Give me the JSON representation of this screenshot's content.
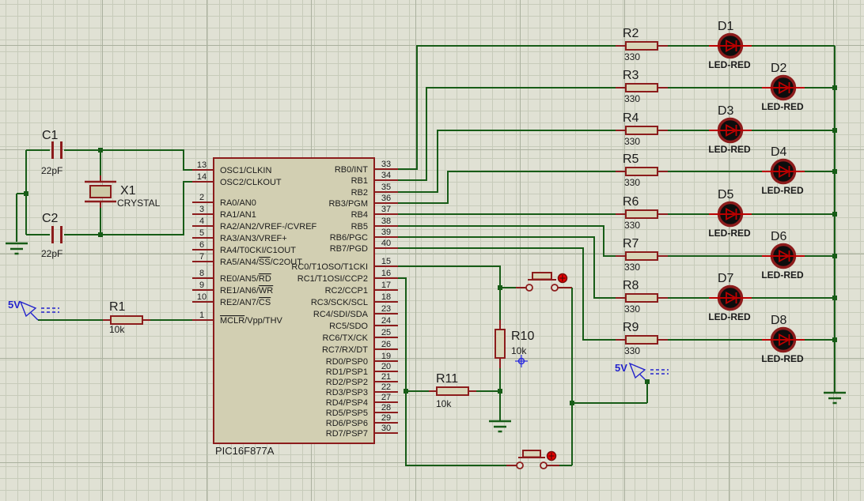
{
  "colors": {
    "background": "#e0e1d4",
    "grid_minor": "#c7cbba",
    "grid_major": "#aab09e",
    "wire": "#175c17",
    "component": "#8c1c1c",
    "component_fill": "#d9d5b8",
    "chip_fill": "#d2cfb2",
    "crystal_fill": "#cdc9a6",
    "led_body": "#0d0d0d",
    "led_symbol": "#bb0000",
    "power_blue": "#2323cc",
    "button_indicator": "#e60000",
    "text": "#1b1b1b"
  },
  "chip": {
    "name": "PIC16F877A",
    "left_pins": [
      {
        "num": "13",
        "label": "OSC1/CLKIN"
      },
      {
        "num": "14",
        "label": "OSC2/CLKOUT"
      },
      {
        "num": "2",
        "label": "RA0/AN0"
      },
      {
        "num": "3",
        "label": "RA1/AN1"
      },
      {
        "num": "4",
        "label": "RA2/AN2/VREF-/CVREF"
      },
      {
        "num": "5",
        "label": "RA3/AN3/VREF+"
      },
      {
        "num": "6",
        "label": "RA4/T0CKI/C1OUT"
      },
      {
        "num": "7",
        "pre": "RA5/AN4/",
        "over": "SS",
        "post": "/C2OUT"
      },
      {
        "num": "8",
        "pre": "RE0/AN5/",
        "over": "RD",
        "post": ""
      },
      {
        "num": "9",
        "pre": "RE1/AN6/",
        "over": "WR",
        "post": ""
      },
      {
        "num": "10",
        "pre": "RE2/AN7/",
        "over": "CS",
        "post": ""
      },
      {
        "num": "1",
        "pre": "",
        "over": "MCLR",
        "post": "/Vpp/THV"
      }
    ],
    "right_pins": [
      {
        "num": "33",
        "label": "RB0/INT"
      },
      {
        "num": "34",
        "label": "RB1"
      },
      {
        "num": "35",
        "label": "RB2"
      },
      {
        "num": "36",
        "label": "RB3/PGM"
      },
      {
        "num": "37",
        "label": "RB4"
      },
      {
        "num": "38",
        "label": "RB5"
      },
      {
        "num": "39",
        "label": "RB6/PGC"
      },
      {
        "num": "40",
        "label": "RB7/PGD"
      },
      {
        "num": "15",
        "label": "RC0/T1OSO/T1CKI"
      },
      {
        "num": "16",
        "label": "RC1/T1OSI/CCP2"
      },
      {
        "num": "17",
        "label": "RC2/CCP1"
      },
      {
        "num": "18",
        "label": "RC3/SCK/SCL"
      },
      {
        "num": "23",
        "label": "RC4/SDI/SDA"
      },
      {
        "num": "24",
        "label": "RC5/SDO"
      },
      {
        "num": "25",
        "label": "RC6/TX/CK"
      },
      {
        "num": "26",
        "label": "RC7/RX/DT"
      },
      {
        "num": "19",
        "label": "RD0/PSP0"
      },
      {
        "num": "20",
        "label": "RD1/PSP1"
      },
      {
        "num": "21",
        "label": "RD2/PSP2"
      },
      {
        "num": "22",
        "label": "RD3/PSP3"
      },
      {
        "num": "27",
        "label": "RD4/PSP4"
      },
      {
        "num": "28",
        "label": "RD5/PSP5"
      },
      {
        "num": "29",
        "label": "RD6/PSP6"
      },
      {
        "num": "30",
        "label": "RD7/PSP7"
      }
    ]
  },
  "crystal": {
    "ref": "X1",
    "value": "CRYSTAL"
  },
  "capacitors": [
    {
      "ref": "C1",
      "value": "22pF"
    },
    {
      "ref": "C2",
      "value": "22pF"
    }
  ],
  "resistor_r1": {
    "ref": "R1",
    "value": "10k"
  },
  "resistor_r10": {
    "ref": "R10",
    "value": "10k"
  },
  "resistor_r11": {
    "ref": "R11",
    "value": "10k"
  },
  "power_flags": [
    {
      "label": "5V"
    },
    {
      "label": "5V"
    }
  ],
  "led_ladder": [
    {
      "res_ref": "R2",
      "res_value": "330",
      "led_ref": "D1",
      "led_type": "LED-RED"
    },
    {
      "res_ref": "R3",
      "res_value": "330",
      "led_ref": "D2",
      "led_type": "LED-RED"
    },
    {
      "res_ref": "R4",
      "res_value": "330",
      "led_ref": "D3",
      "led_type": "LED-RED"
    },
    {
      "res_ref": "R5",
      "res_value": "330",
      "led_ref": "D4",
      "led_type": "LED-RED"
    },
    {
      "res_ref": "R6",
      "res_value": "330",
      "led_ref": "D5",
      "led_type": "LED-RED"
    },
    {
      "res_ref": "R7",
      "res_value": "330",
      "led_ref": "D6",
      "led_type": "LED-RED"
    },
    {
      "res_ref": "R8",
      "res_value": "330",
      "led_ref": "D7",
      "led_type": "LED-RED"
    },
    {
      "res_ref": "R9",
      "res_value": "330",
      "led_ref": "D8",
      "led_type": "LED-RED"
    }
  ]
}
